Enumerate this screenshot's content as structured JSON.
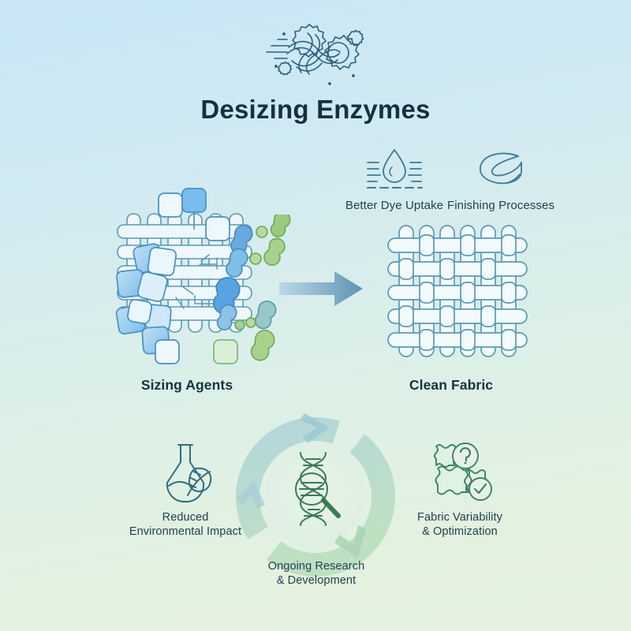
{
  "page": {
    "title": "Desizing Enzymes",
    "background_top_color": "#c9e6f6",
    "background_bottom_color": "#e6f2e0",
    "title_color": "#17303f"
  },
  "header": {
    "icon": "gears-thread-icon",
    "title": "Desizing Enzymes"
  },
  "features": [
    {
      "id": "better-dye-uptake",
      "label": "Better Dye Uptake",
      "icon": "water-droplet-icon",
      "color": "#3d7a94"
    },
    {
      "id": "finishing-processes",
      "label": "Finishing Processes",
      "icon": "fabric-swatch-curl-icon",
      "color": "#3d7a94"
    }
  ],
  "process": {
    "before": {
      "label": "Sizing Agents",
      "icon": "woven-fabric-with-sizing-icon"
    },
    "after": {
      "label": "Clean Fabric",
      "icon": "clean-woven-fabric-icon"
    },
    "arrow": {
      "icon": "right-arrow-icon",
      "from_color": "#bcd9e8",
      "to_color": "#5e93b3"
    },
    "sizing_square_fill": "#9fd0ef",
    "sizing_square_stroke": "#4a90bf",
    "weave_stroke": "#5a9ab5",
    "enzyme_blue": "#6aa9e0",
    "enzyme_green": "#8fc47a"
  },
  "outcomes": [
    {
      "id": "reduced-environmental-impact",
      "line1": "Reduced",
      "line2": "Environmental Impact",
      "icon": "flask-leaf-icon",
      "color": "#2f6d81"
    },
    {
      "id": "ongoing-research-development",
      "line1": "Ongoing Research",
      "line2": "& Development",
      "icon": "dna-magnifier-icon",
      "color": "#3a7a55"
    },
    {
      "id": "fabric-variability-optimization",
      "line1": "Fabric Variability",
      "line2": "& Optimization",
      "icon": "fabric-swatches-question-check-icon",
      "color": "#3f8468"
    }
  ],
  "cycle": {
    "icon": "circular-arrows-icon",
    "ring_color_top": "#a9cfd8",
    "ring_color_bottom": "#b4dcb9"
  }
}
